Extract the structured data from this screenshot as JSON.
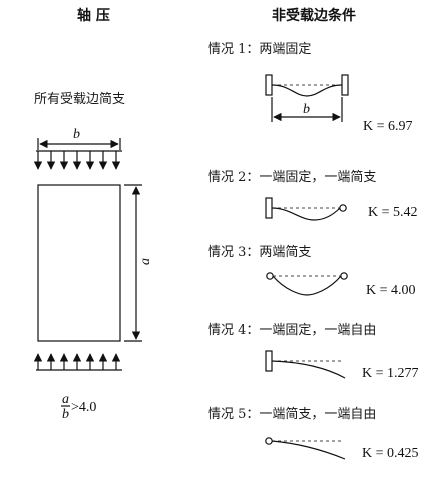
{
  "headers": {
    "left": "轴    压",
    "right": "非受载边条件"
  },
  "left": {
    "condition": "所有受载边简支",
    "width_label": "b",
    "height_label": "a",
    "ratio": {
      "num": "a",
      "den": "b",
      "rest": ">4.0"
    }
  },
  "cases": [
    {
      "label": "情况 1：两端固定",
      "k": "K = 6.97",
      "b_label": "b"
    },
    {
      "label": "情况 2：一端固定，一端简支",
      "k": "K = 5.42"
    },
    {
      "label": "情况 3：两端简支",
      "k": "K = 4.00"
    },
    {
      "label": "情况 4：一端固定，一端自由",
      "k": "K = 1.277"
    },
    {
      "label": "情况 5：一端简支，一端自由",
      "k": "K = 0.425"
    }
  ]
}
